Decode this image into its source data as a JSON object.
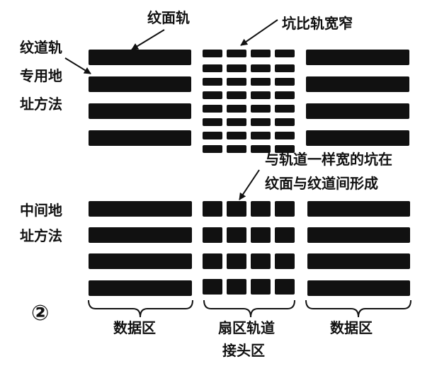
{
  "labels": {
    "land_track": "纹面轨",
    "groove_track": "纹道轨",
    "dedicated_line1": "专用地",
    "dedicated_line2": "址方法",
    "pit_narrower": "坑比轨宽窄",
    "pit_same_line1": "与轨道一样宽的坑在",
    "pit_same_line2": "纹面与纹道间形成",
    "middle_line1": "中间地",
    "middle_line2": "址方法",
    "figure_number": "②",
    "data_area_left": "数据区",
    "sector_line1": "扇区轨道",
    "sector_line2": "接头区",
    "data_area_right": "数据区"
  },
  "colors": {
    "ink": "#111111",
    "background": "#ffffff"
  }
}
